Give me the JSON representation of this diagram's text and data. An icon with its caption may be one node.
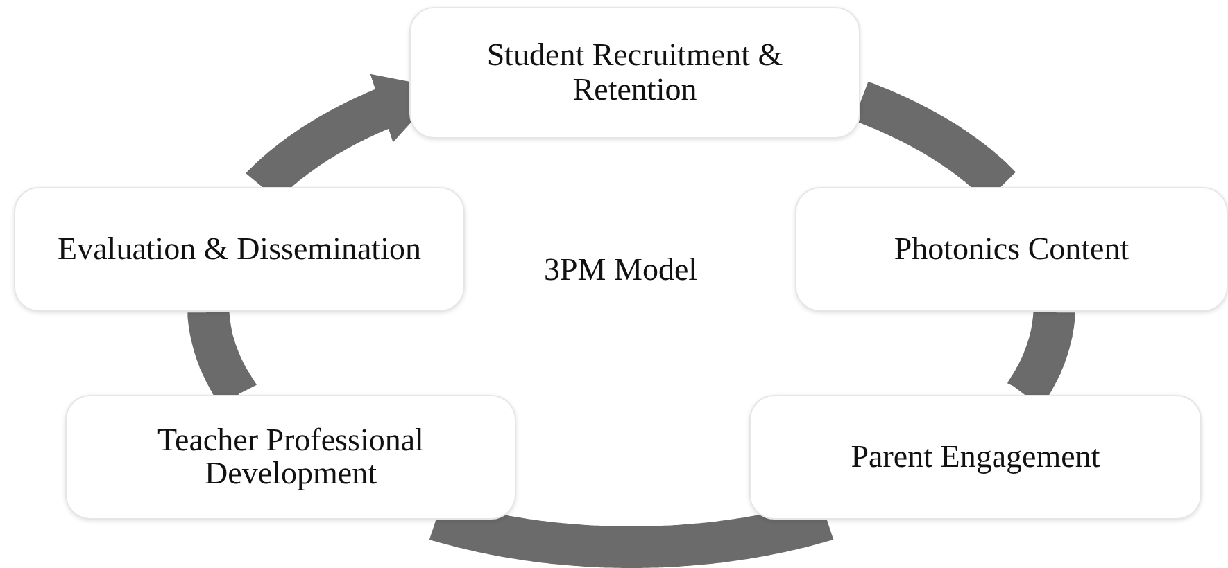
{
  "diagram": {
    "nodes": [
      {
        "text": [
          "Student Recruitment & Retention"
        ]
      },
      {
        "text": [
          "Evaluation & Dissemination"
        ]
      },
      {
        "text": [
          "Photonics Content"
        ]
      },
      {
        "text": [
          "Teacher Professional Development"
        ]
      },
      {
        "text": [
          "Parent Engagement"
        ]
      }
    ],
    "edges": [
      {
        "from": 0,
        "to": 2,
        "arrow": "none"
      },
      {
        "from": 2,
        "to": 4,
        "arrow": "none"
      },
      {
        "from": 4,
        "to": 3,
        "arrow": "none"
      },
      {
        "from": 3,
        "to": 1,
        "arrow": "none"
      },
      {
        "from": 1,
        "to": 0,
        "arrow": "to"
      }
    ],
    "labels": [
      "3PM Model"
    ]
  }
}
